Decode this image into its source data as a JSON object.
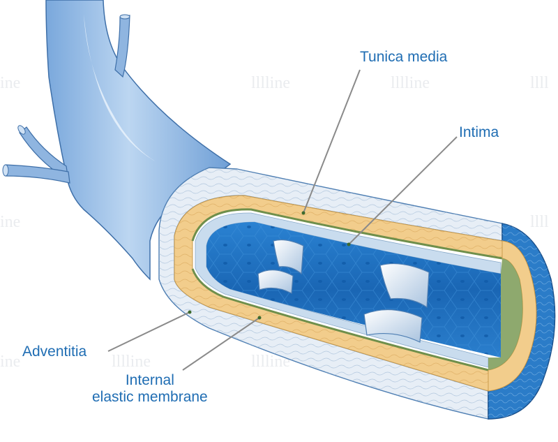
{
  "labels": {
    "tunica_media": "Tunica media",
    "intima": "Intima",
    "adventitia": "Adventitia",
    "internal_elastic_membrane_line1": "Internal",
    "internal_elastic_membrane_line2": "elastic membrane"
  },
  "watermark": "lllline",
  "colors": {
    "label_text": "#1f6db3",
    "leader_line": "#8a8a8a",
    "vessel_outer": "#8fb8e3",
    "vessel_light": "#c7dcf3",
    "adventitia": "#e7eef6",
    "media": "#f2cd8c",
    "media_light": "#f7e2b8",
    "elastic_membrane": "#7a9a55",
    "intima": "#b8d0e6",
    "lumen": "#1f73c4",
    "valve": "#d9e6f3",
    "end_cap": "#2b7cc8"
  },
  "icons": [
    "blood-vessel-illustration",
    "valve-leaflet-icon"
  ]
}
